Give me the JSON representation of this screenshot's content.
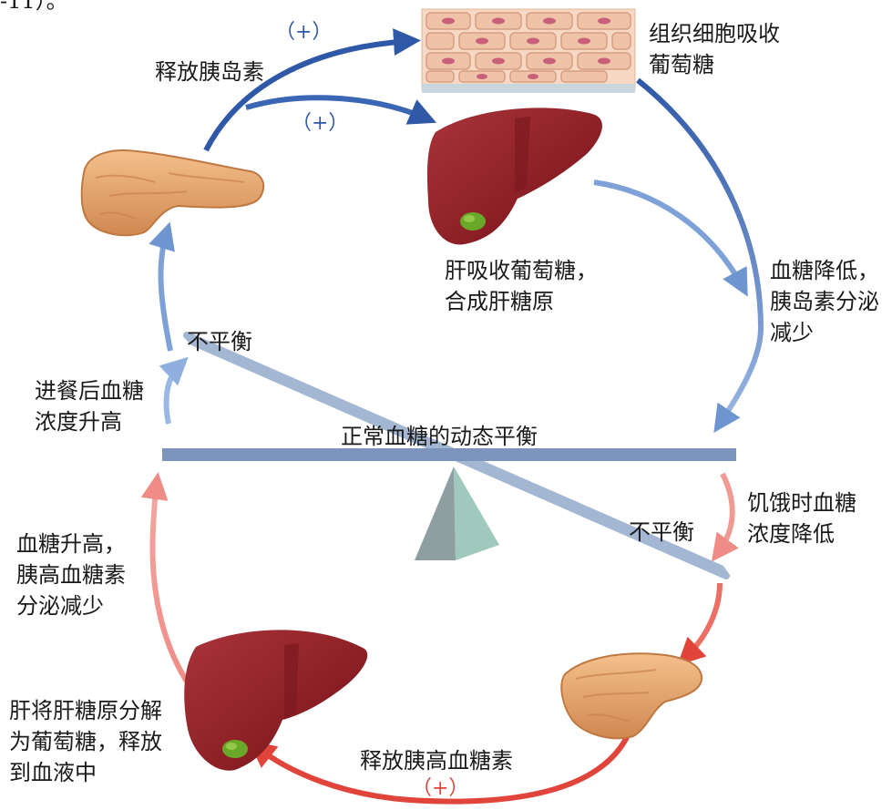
{
  "header_fragment": "-11）。",
  "plus_sign": "（+）",
  "labels": {
    "release_insulin": "释放胰岛素",
    "tissue_absorb": "组织细胞吸收\n葡萄糖",
    "liver_absorb": "肝吸收葡萄糖，\n合成肝糖原",
    "glucose_drop": "血糖降低，\n胰岛素分泌\n减少",
    "imbalance_top": "不平衡",
    "after_meal": "进餐后血糖\n浓度升高",
    "balance_title": "正常血糖的动态平衡",
    "imbalance_bottom": "不平衡",
    "hunger": "饥饿时血糖\n浓度降低",
    "glucose_rise": "血糖升高，\n胰高血糖素\n分泌减少",
    "liver_release": "肝将肝糖原分解\n为葡萄糖，释放\n到血液中",
    "release_glucagon": "释放胰高血糖素"
  },
  "colors": {
    "insulin_arrow": "#2f58a7",
    "glucagon_arrow": "#e0443a",
    "beam": "#7d95bd",
    "tilted_beam": "#b9c8df",
    "fulcrum": "#8f9ea0",
    "liver": "#8b1f25",
    "pancreas": "#e3a16a"
  }
}
